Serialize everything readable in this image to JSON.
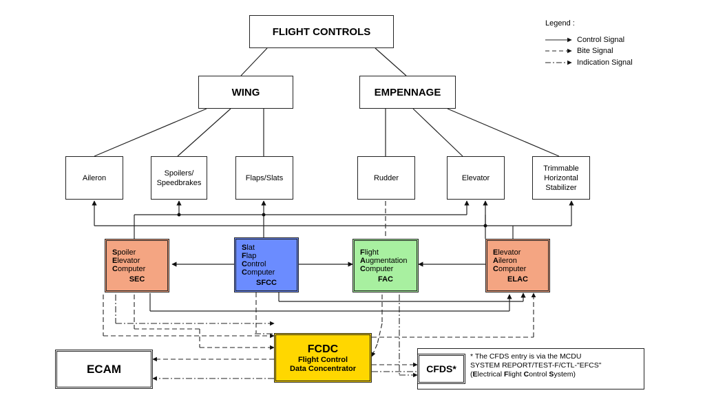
{
  "nodes": {
    "flight_controls": "FLIGHT CONTROLS",
    "wing": "WING",
    "empennage": "EMPENNAGE",
    "aileron": "Aileron",
    "spoilers": "Spoilers/\nSpeedbrakes",
    "flaps": "Flaps/Slats",
    "rudder": "Rudder",
    "elevator": "Elevator",
    "ths": "Trimmable\nHorizontal\nStabilizer",
    "ecam": "ECAM",
    "cfds": "CFDS*"
  },
  "computers": {
    "sec": {
      "lines": [
        [
          "S",
          "poiler"
        ],
        [
          "E",
          "levator"
        ],
        [
          "C",
          "omputer"
        ]
      ],
      "abbr": "SEC",
      "color": "#f4a582"
    },
    "sfcc": {
      "lines": [
        [
          "S",
          "lat"
        ],
        [
          "F",
          "lap"
        ],
        [
          "C",
          "ontrol"
        ],
        [
          "C",
          "omputer"
        ]
      ],
      "abbr": "SFCC",
      "color": "#6b8cff"
    },
    "fac": {
      "lines": [
        [
          "F",
          "light"
        ],
        [
          "A",
          "ugmentation"
        ],
        [
          "C",
          "omputer"
        ]
      ],
      "abbr": "FAC",
      "color": "#a8f0a0"
    },
    "elac": {
      "lines": [
        [
          "E",
          "levator"
        ],
        [
          "A",
          "ileron"
        ],
        [
          "C",
          "omputer"
        ]
      ],
      "abbr": "ELAC",
      "color": "#f4a582"
    }
  },
  "fcdc": {
    "abbr": "FCDC",
    "line1": "Flight Control",
    "line2": "Data Concentrator",
    "color": "#ffd700"
  },
  "legend": {
    "title": "Legend :",
    "control": "Control Signal",
    "bite": "Bite Signal",
    "indication": "Indication Signal"
  },
  "note": {
    "line1": "* The CFDS entry is via the MCDU",
    "line2": "SYSTEM REPORT/TEST-F/CTL-\"EFCS\"",
    "line3_parts": [
      [
        "(",
        ""
      ],
      [
        "E",
        "lectrical "
      ],
      [
        "F",
        "light "
      ],
      [
        "C",
        "ontrol "
      ],
      [
        "S",
        "ystem)"
      ]
    ]
  }
}
